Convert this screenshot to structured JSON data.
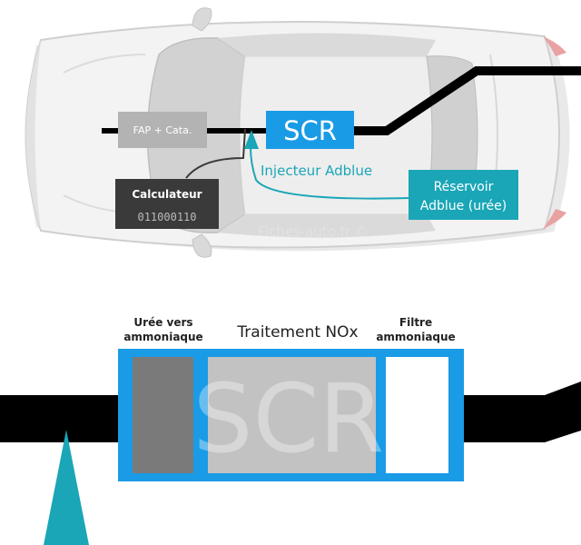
{
  "top": {
    "fap_label": "FAP + Cata.",
    "scr_label": "SCR",
    "injector_label": "Injecteur Adblue",
    "reservoir_line1": "Réservoir",
    "reservoir_line2": "Adblue (urée)",
    "calculator_title": "Calculateur",
    "calculator_code": "011000110",
    "watermark": "Fiches-auto.fr ©"
  },
  "bottom": {
    "uree_line1": "Urée vers",
    "uree_line2": "ammoniaque",
    "traitement_label": "Traitement NOx",
    "filtre_line1": "Filtre",
    "filtre_line2": "ammoniaque",
    "big_scr": "SCR"
  },
  "colors": {
    "scr_blue": "#1a9be6",
    "teal": "#1aa6b7",
    "pipe": "#000000",
    "fap_grey": "#b3b3b3",
    "calc_dark": "#3a3a3a",
    "uree_grey": "#7a7a7a",
    "nox_grey": "#c2c2c2"
  }
}
